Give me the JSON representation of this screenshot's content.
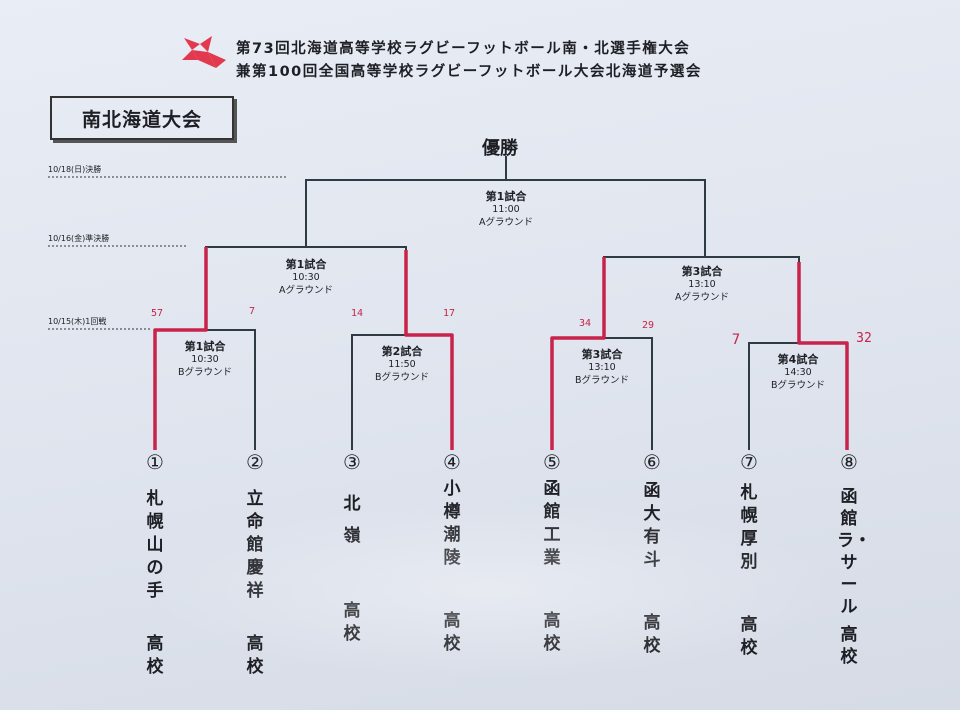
{
  "header": {
    "line1": "第73回北海道高等学校ラグビーフットボール南・北選手権大会",
    "line2": "兼第100回全国高等学校ラグビーフットボール大会北海道予選会",
    "logo_color": "#e2394f"
  },
  "tournament_title": "南北海道大会",
  "champion_label": "優勝",
  "dates": {
    "final": "10/18(日)決勝",
    "semifinal": "10/16(金)準決勝",
    "first_round": "10/15(木)1回戦"
  },
  "matches": {
    "final": {
      "title": "第1試合",
      "time": "11:00",
      "ground": "Aグラウンド"
    },
    "semi_left": {
      "title": "第1試合",
      "time": "10:30",
      "ground": "Aグラウンド"
    },
    "semi_right": {
      "title": "第3試合",
      "time": "13:10",
      "ground": "Aグラウンド"
    },
    "r1_m1": {
      "title": "第1試合",
      "time": "10:30",
      "ground": "Bグラウンド"
    },
    "r1_m2": {
      "title": "第2試合",
      "time": "11:50",
      "ground": "Bグラウンド"
    },
    "r1_m3": {
      "title": "第3試合",
      "time": "13:10",
      "ground": "Bグラウンド"
    },
    "r1_m4": {
      "title": "第4試合",
      "time": "14:30",
      "ground": "Bグラウンド"
    }
  },
  "scores": [
    "57",
    "7",
    "14",
    "17",
    "34",
    "29",
    "7",
    "32"
  ],
  "teams": [
    {
      "seed": "①",
      "name": "札幌山の手",
      "suffix": "高校"
    },
    {
      "seed": "②",
      "name": "立命館慶祥",
      "suffix": "高校"
    },
    {
      "seed": "③",
      "name": "北嶺",
      "suffix": "高校"
    },
    {
      "seed": "④",
      "name": "小樽潮陵",
      "suffix": "高校"
    },
    {
      "seed": "⑤",
      "name": "函館工業",
      "suffix": "高校"
    },
    {
      "seed": "⑥",
      "name": "函大有斗",
      "suffix": "高校"
    },
    {
      "seed": "⑦",
      "name": "札幌厚別",
      "suffix": "高校"
    },
    {
      "seed": "⑧",
      "name": "函館ラ・サール",
      "suffix": "高校"
    }
  ],
  "colors": {
    "bracket_line": "#2f3a44",
    "winner_line": "#c8234a"
  }
}
